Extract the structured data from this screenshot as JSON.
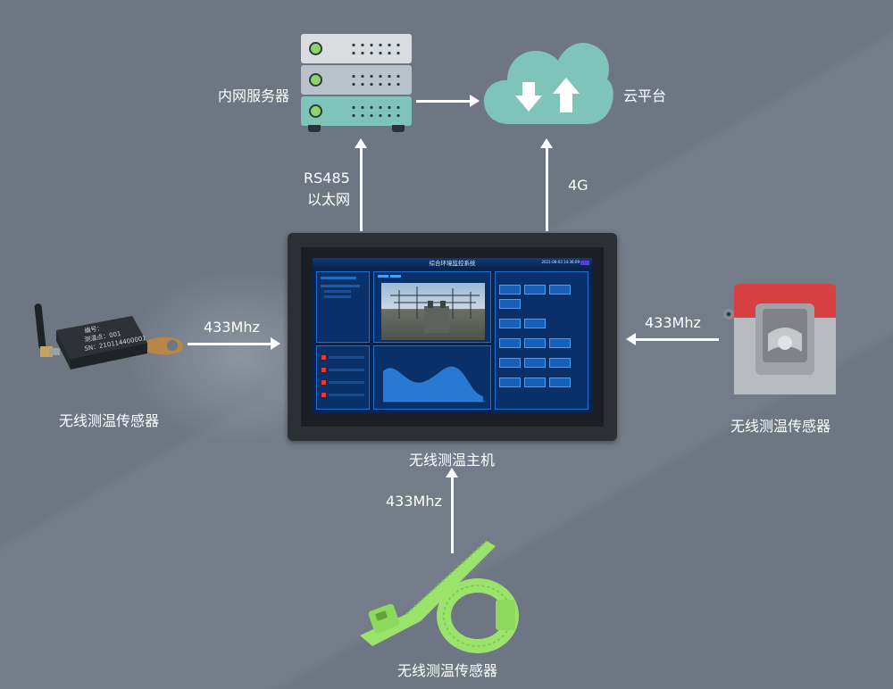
{
  "nodes": {
    "server_label": "内网服务器",
    "cloud_label": "云平台",
    "host_label": "无线测温主机",
    "sensor_left_label": "无线测温传感器",
    "sensor_right_label": "无线测温传感器",
    "sensor_bottom_label": "无线测温传感器"
  },
  "links": {
    "host_to_server_line1": "RS485",
    "host_to_server_line2": "以太网",
    "host_to_cloud": "4G",
    "left_to_host": "433Mhz",
    "right_to_host": "433Mhz",
    "bottom_to_host": "433Mhz"
  },
  "screen": {
    "title": "综合环境监控系统"
  },
  "colors": {
    "background": "#6e7684",
    "arrow": "#ffffff",
    "cloud": "#7fc4b8",
    "sensor_green": "#9be36a",
    "clamp_red": "#d64040",
    "led_green": "#8fd36a"
  },
  "icons": [
    "server-icon",
    "cloud-icon",
    "download-arrow-icon",
    "upload-arrow-icon",
    "monitor-icon",
    "antenna-icon",
    "clamp-icon",
    "zip-tie-icon"
  ]
}
